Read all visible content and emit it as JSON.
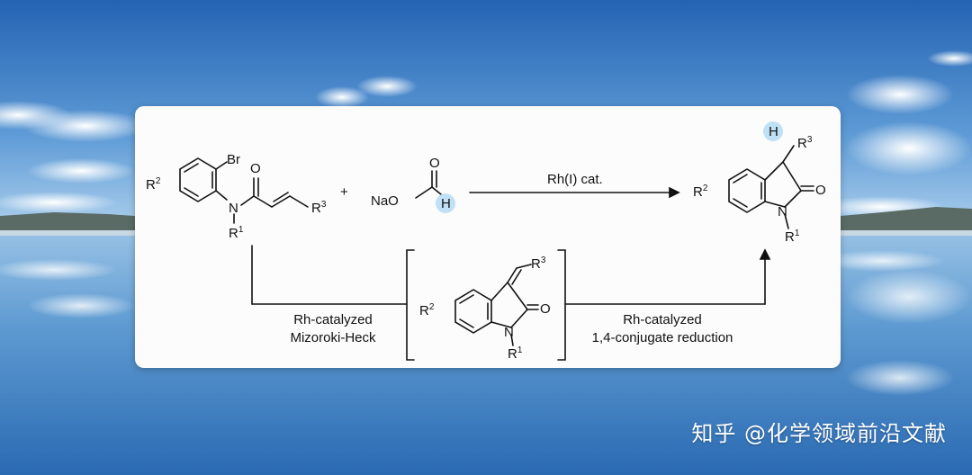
{
  "scheme": {
    "reactant_bromo": "Br",
    "reactant_N": "N",
    "reactant_O": "O",
    "reactant_R1": "R",
    "reactant_R2": "R",
    "reactant_R3": "R",
    "sup1": "1",
    "sup2": "2",
    "sup3": "3",
    "plus": "+",
    "formate_Na": "NaO",
    "formate_O": "O",
    "formate_H": "H",
    "arrow_top_label": "Rh(I) cat.",
    "product_H": "H",
    "product_R3": "R",
    "product_R2": "R",
    "product_O": "O",
    "product_N": "N",
    "product_R1": "R",
    "intermediate_R3": "R",
    "intermediate_R2": "R",
    "intermediate_O": "O",
    "intermediate_N": "N",
    "intermediate_R1": "R",
    "left_label_line1": "Rh-catalyzed",
    "left_label_line2": "Mizoroki-Heck",
    "right_label_line1": "Rh-catalyzed",
    "right_label_line2": "1,4-conjugate reduction"
  },
  "watermark": "知乎 @化学领域前沿文献",
  "colors": {
    "sky_top": "#2a6db8",
    "sky_mid": "#6fa6d8",
    "water": "#3a79b8",
    "h_highlight": "#bfe0f5"
  }
}
